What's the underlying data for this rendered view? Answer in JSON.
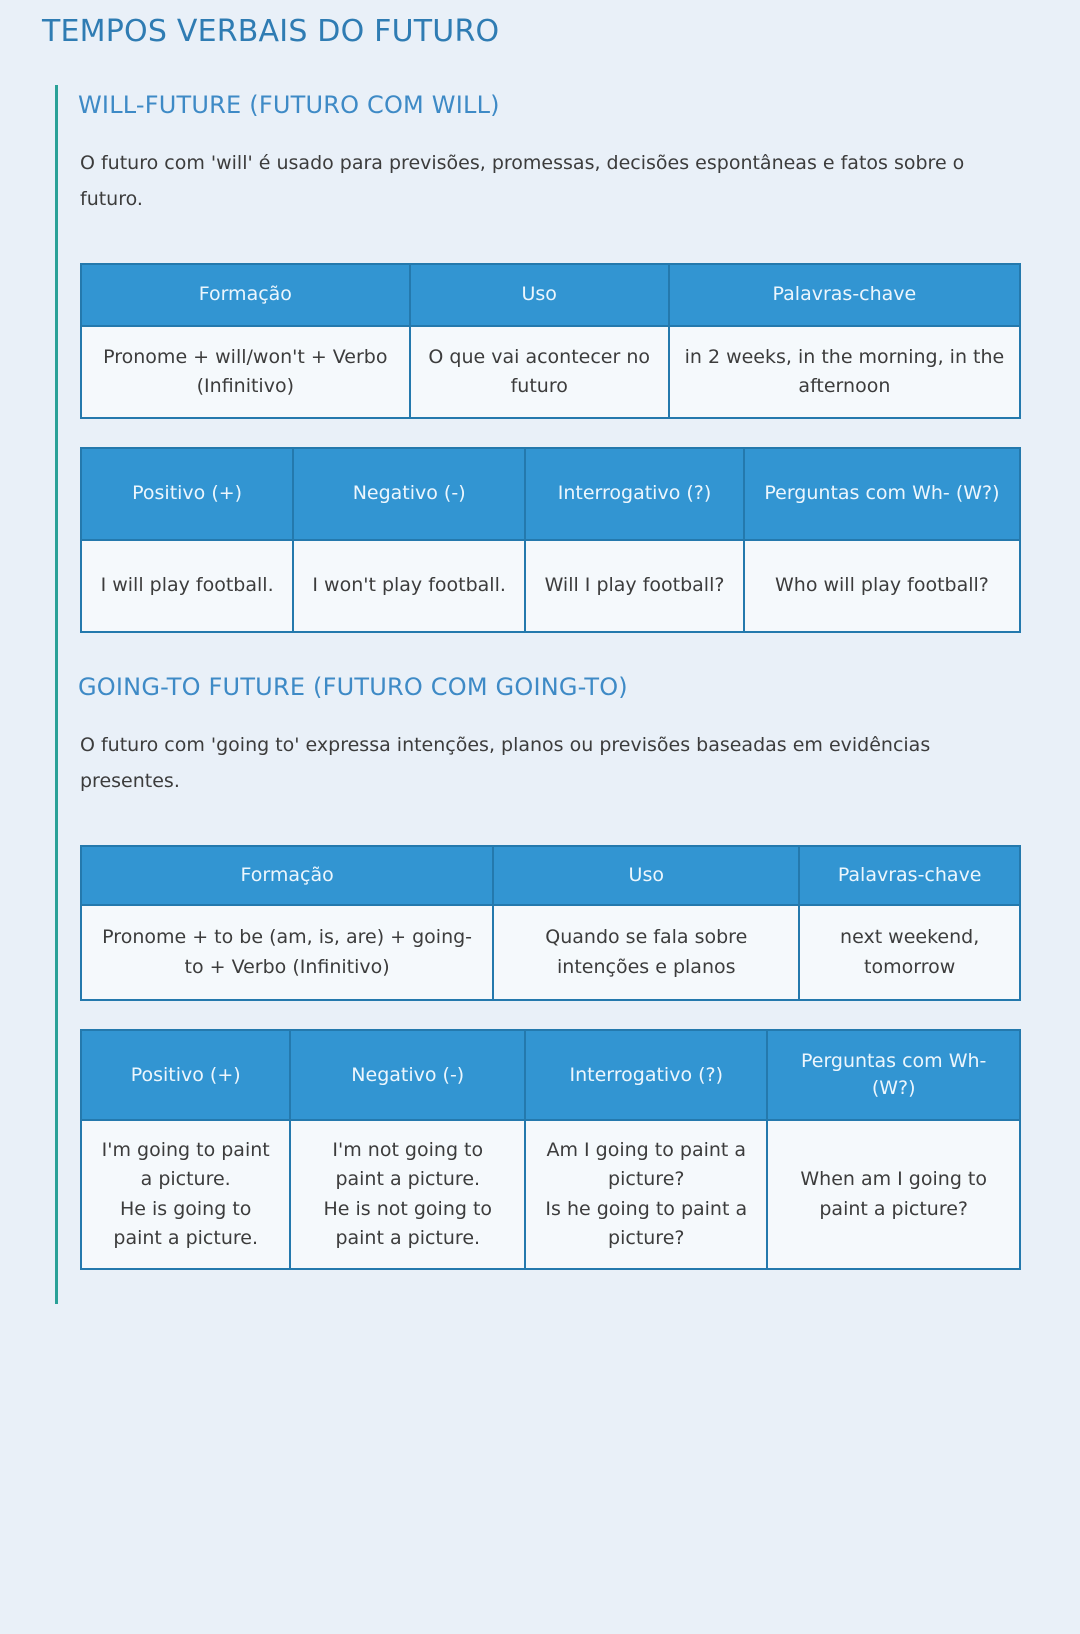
{
  "page": {
    "title": "TEMPOS VERBAIS DO FUTURO"
  },
  "colors": {
    "page_background": "#e9f0f8",
    "accent_border_teal": "#2aa198",
    "table_header_blue": "#3295d2",
    "table_border_blue": "#2479ad",
    "cell_background": "#f5f9fc",
    "title_blue": "#2f7cb3",
    "heading_blue": "#3e8ac6",
    "body_text": "#3c3c3c"
  },
  "sections": [
    {
      "heading": "WILL-FUTURE (FUTURO COM WILL)",
      "description": "O futuro com 'will' é usado para previsões, promessas, decisões espontâneas e fatos sobre o futuro.",
      "overview_table": {
        "headers": [
          "Formação",
          "Uso",
          "Palavras-chave"
        ],
        "row": [
          "Pronome + will/won't + Verbo (Infinitivo)",
          "O que vai acontecer no futuro",
          "in 2 weeks, in the morning, in the afternoon"
        ]
      },
      "forms_table": {
        "headers": [
          "Positivo (+)",
          "Negativo (-)",
          "Interrogativo (?)",
          "Perguntas com Wh- (W?)"
        ],
        "row": [
          "I will play football.",
          "I won't play football.",
          "Will I play football?",
          "Who will play football?"
        ]
      }
    },
    {
      "heading": "GOING-TO FUTURE (FUTURO COM GOING-TO)",
      "description": "O futuro com 'going to' expressa intenções, planos ou previsões baseadas em evidências presentes.",
      "overview_table": {
        "headers": [
          "Formação",
          "Uso",
          "Palavras-chave"
        ],
        "row": [
          "Pronome + to be (am, is, are) + going-to + Verbo (Infinitivo)",
          "Quando se fala sobre intenções e planos",
          "next weekend, tomorrow"
        ]
      },
      "forms_table": {
        "headers": [
          "Positivo (+)",
          "Negativo (-)",
          "Interrogativo (?)",
          "Perguntas com Wh- (W?)"
        ],
        "row": [
          [
            "I'm going to paint a picture.",
            "He is going to paint a picture."
          ],
          [
            "I'm not going to paint a picture.",
            "He is not going to paint a picture."
          ],
          [
            "Am I going to paint a picture?",
            "Is he going to paint a picture?"
          ],
          "When am I going to paint a picture?"
        ]
      }
    }
  ]
}
